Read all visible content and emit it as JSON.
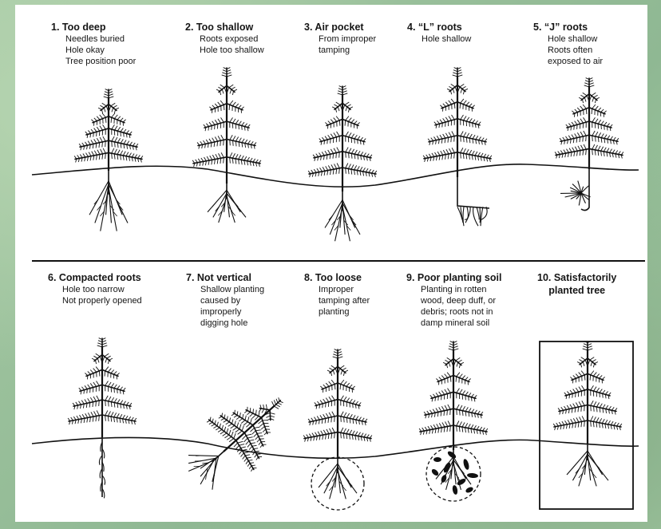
{
  "panels": [
    {
      "title": "1. Too deep",
      "desc": "Needles buried\nHole okay\nTree position poor"
    },
    {
      "title": "2. Too shallow",
      "desc": "Roots exposed\nHole too shallow"
    },
    {
      "title": "3. Air pocket",
      "desc": "From improper\ntamping"
    },
    {
      "title": "4. “L” roots",
      "desc": "Hole shallow"
    },
    {
      "title": "5. “J” roots",
      "desc": "Hole shallow\nRoots often\nexposed to air"
    },
    {
      "title": "6. Compacted roots",
      "desc": "Hole too narrow\nNot properly opened"
    },
    {
      "title": "7. Not vertical",
      "desc": "Shallow planting\ncaused by\nimproperly\ndigging hole"
    },
    {
      "title": "8. Too loose",
      "desc": "Improper\ntamping after\nplanting"
    },
    {
      "title": "9. Poor planting soil",
      "desc": "Planting in rotten\nwood, deep duff, or\ndebris; roots not in\ndamp mineral soil"
    },
    {
      "title": "10. Satisfactorily\nplanted tree",
      "desc": ""
    }
  ]
}
